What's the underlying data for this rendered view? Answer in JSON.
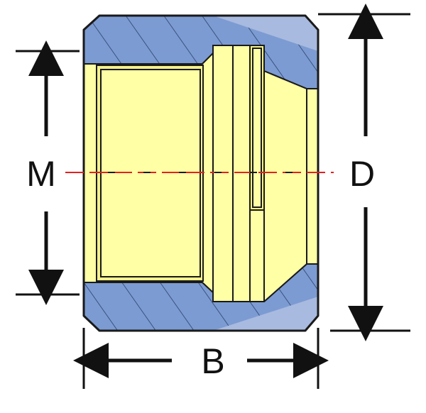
{
  "diagram": {
    "labels": {
      "m": "M",
      "d": "D",
      "b": "B"
    },
    "colors": {
      "body_fill": "#ffffa6",
      "body_shade": "#f4f28a",
      "section_fill": "#7c9bd2",
      "section_highlight": "#a8badf",
      "outline": "#1a1a1a",
      "centerline": "#e02222",
      "dimension": "#111111",
      "background": "#ffffff"
    }
  }
}
